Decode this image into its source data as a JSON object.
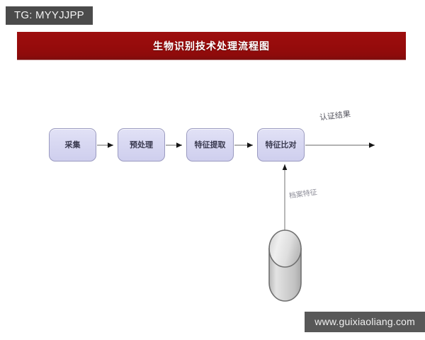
{
  "badge": {
    "text": "TG: MYYJJPP"
  },
  "banner": {
    "title": "生物识别技术处理流程图",
    "background_color": "#960b0b",
    "text_color": "#ffffff"
  },
  "diagram": {
    "type": "flowchart",
    "orientation": "left-to-right",
    "box_fill_color": "#d8d8f2",
    "box_border_color": "#9a9ac0",
    "connector_color": "#9a9a9a",
    "arrowhead_color": "#1a1a1a",
    "steps": [
      {
        "id": "capture",
        "label": "采集"
      },
      {
        "id": "preprocess",
        "label": "预处理"
      },
      {
        "id": "extract",
        "label": "特征提取"
      },
      {
        "id": "compare",
        "label": "特征比对"
      }
    ],
    "output_label": "认证结果",
    "datastore": {
      "label": "档案特征",
      "shape": "cylinder",
      "fill_color": "#d2d2d2"
    }
  },
  "watermark": {
    "text": "www.guixiaoliang.com",
    "background_color": "#585858"
  }
}
